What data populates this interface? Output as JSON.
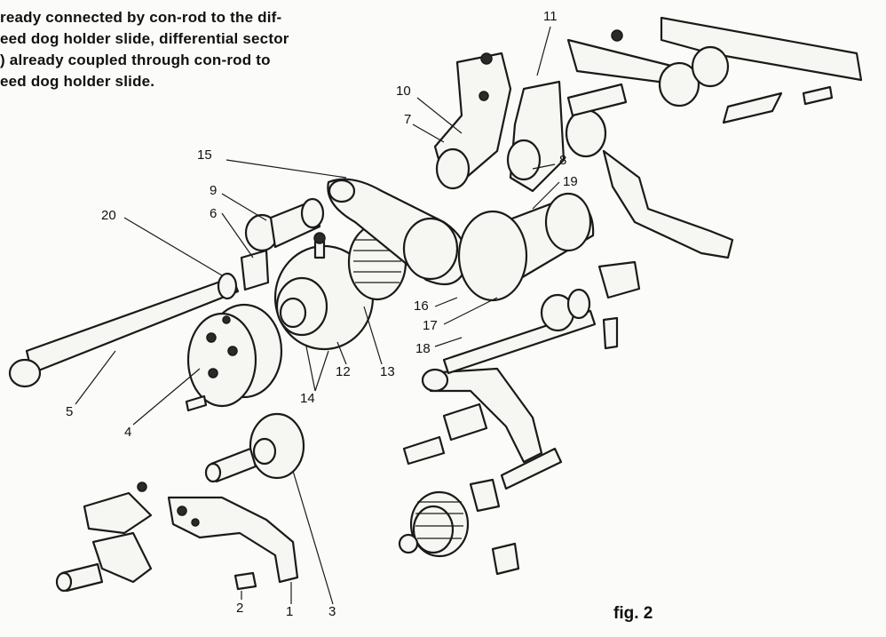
{
  "text_lines": [
    "ready connected by con-rod to the dif-",
    "eed dog holder slide, differential sector",
    ") already coupled through con-rod to",
    "eed dog holder slide."
  ],
  "callouts": [
    "11",
    "10",
    "7",
    "8",
    "15",
    "19",
    "9",
    "6",
    "20",
    "16",
    "17",
    "18",
    "12",
    "13",
    "14",
    "5",
    "4",
    "2",
    "1",
    "3"
  ],
  "caption": "fig. 2"
}
